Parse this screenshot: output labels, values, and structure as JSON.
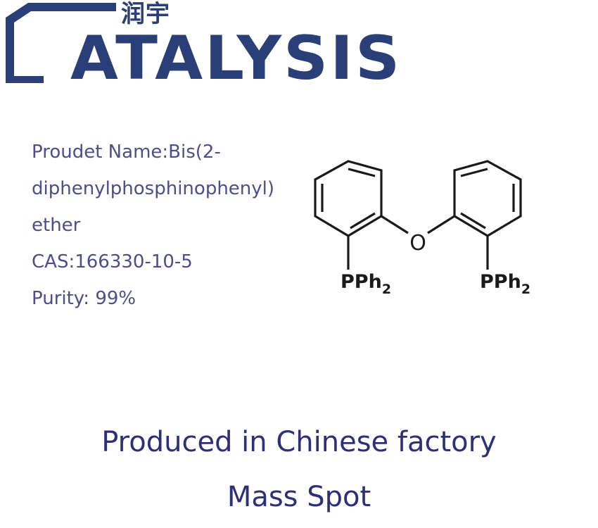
{
  "logo": {
    "chinese": "润宇",
    "word": "ATALYSIS",
    "color": "#2a3f77"
  },
  "product": {
    "name_line1": "Proudet Name:Bis(2-",
    "name_line2": "diphenylphosphinophenyl)",
    "name_line3": "ether",
    "cas": "CAS:166330-10-5",
    "purity": "Purity: 99%"
  },
  "structure": {
    "bridge_atom": "O",
    "left_group_main": "PPh",
    "left_group_sub": "2",
    "right_group_main": "PPh",
    "right_group_sub": "2"
  },
  "footer": {
    "line1": "Produced in Chinese factory",
    "line2": "Mass Spot"
  }
}
